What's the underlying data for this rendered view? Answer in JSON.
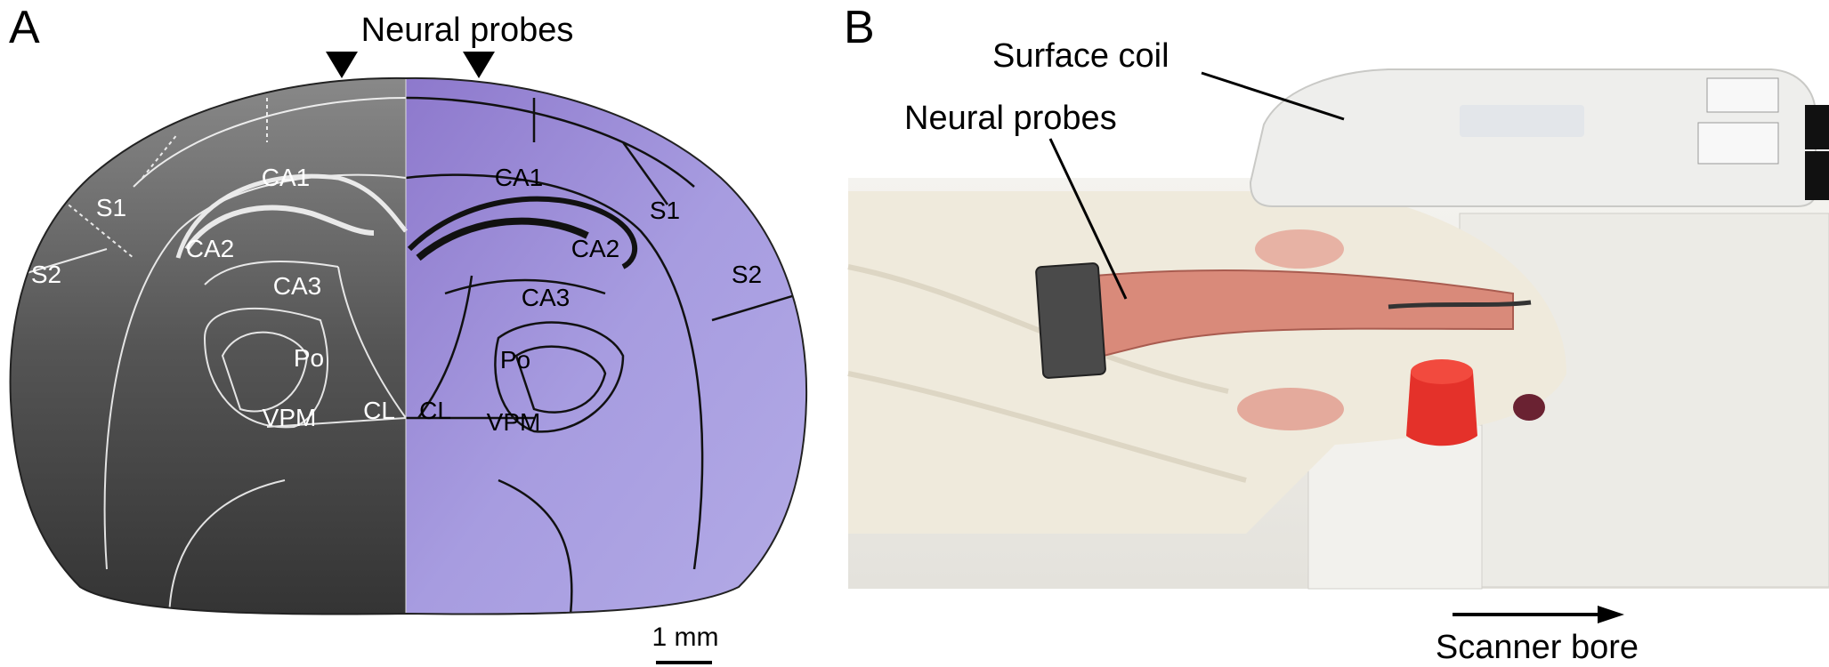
{
  "panel_a": {
    "label": "A",
    "probes_label": "Neural probes",
    "scale_bar_label": "1 mm",
    "left_regions": {
      "s1": "S1",
      "s2": "S2",
      "ca1": "CA1",
      "ca2": "CA2",
      "ca3": "CA3",
      "po": "Po",
      "vpm": "VPM",
      "cl": "CL"
    },
    "right_regions": {
      "s1": "S1",
      "s2": "S2",
      "ca1": "CA1",
      "ca2": "CA2",
      "ca3": "CA3",
      "po": "Po",
      "vpm": "VPM",
      "cl": "CL"
    },
    "colors": {
      "mri": "#4a4a4a",
      "histology": "#9c8fd8"
    }
  },
  "panel_b": {
    "label": "B",
    "coil_label": "Surface coil",
    "probes_label": "Neural probes",
    "bore_label": "Scanner bore"
  }
}
